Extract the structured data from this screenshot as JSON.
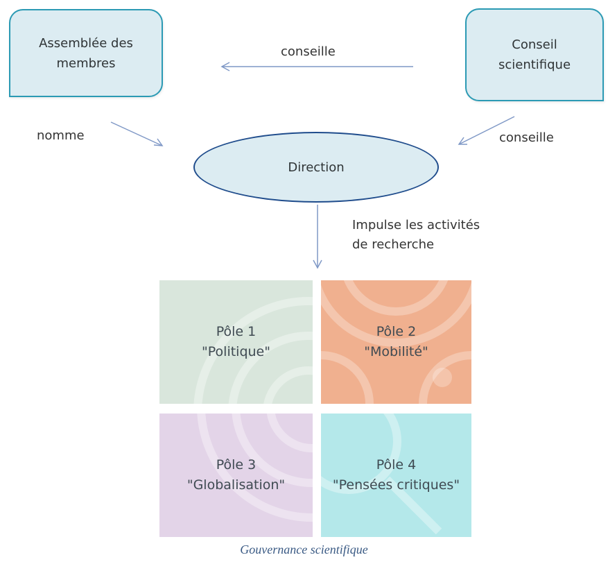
{
  "diagram": {
    "nodes": {
      "assemblee": "Assemblée des\nmembres",
      "conseil": "Conseil\nscientifique",
      "direction": "Direction"
    },
    "edges": {
      "conseil_to_assemblee": "conseille",
      "assemblee_to_direction": "nomme",
      "conseil_to_direction": "conseille",
      "direction_to_poles": "Impulse les activités\nde recherche"
    },
    "poles": [
      {
        "name": "Pôle 1",
        "theme": "\"Politique\"",
        "color": "#d9e6dc"
      },
      {
        "name": "Pôle 2",
        "theme": "\"Mobilité\"",
        "color": "#f0b08f"
      },
      {
        "name": "Pôle 3",
        "theme": "\"Globalisation\"",
        "color": "#e3d4e8"
      },
      {
        "name": "Pôle 4",
        "theme": "\"Pensées critiques\"",
        "color": "#b4e8ea"
      }
    ],
    "colors": {
      "box_fill": "#dcecf2",
      "box_border": "#2b9ab4",
      "ellipse_border": "#1f4c8c",
      "arrow": "#7f98c6",
      "caption": "#3a5a84"
    }
  },
  "caption": "Gouvernance scientifique"
}
